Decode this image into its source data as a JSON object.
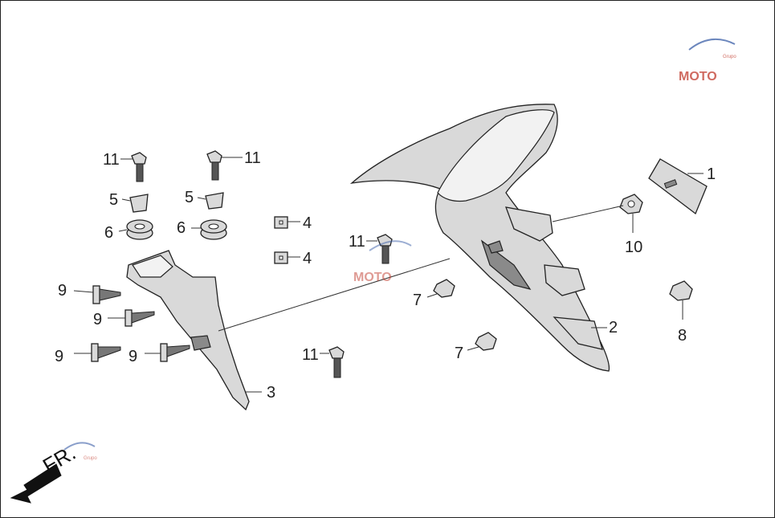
{
  "callouts": {
    "c1": "1",
    "c2": "2",
    "c3": "3",
    "c4a": "4",
    "c4b": "4",
    "c5a": "5",
    "c5b": "5",
    "c6a": "6",
    "c6b": "6",
    "c7a": "7",
    "c7b": "7",
    "c8": "8",
    "c9a": "9",
    "c9b": "9",
    "c9c": "9",
    "c9d": "9",
    "c10": "10",
    "c11a": "11",
    "c11b": "11",
    "c11c": "11",
    "c11d": "11"
  },
  "direction_label": "FR.",
  "watermark": {
    "text": "MOTO",
    "sub": "Grupo"
  },
  "colors": {
    "watermark_red": "#c0392b",
    "watermark_blue": "#3b5fa8",
    "line": "#222222"
  }
}
